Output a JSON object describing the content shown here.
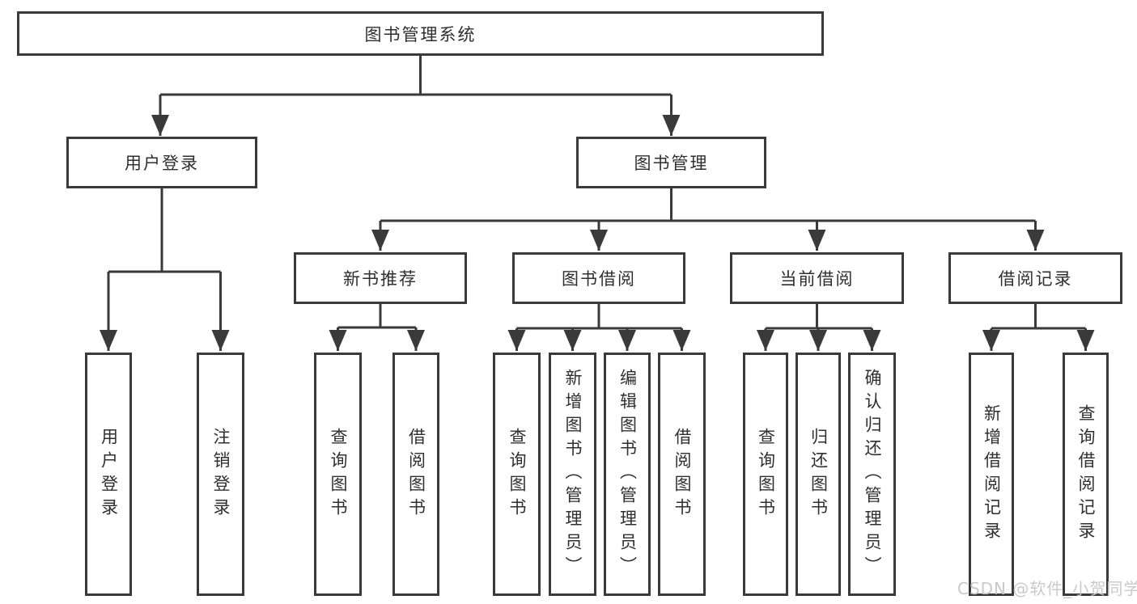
{
  "diagram_title": "图书管理系统",
  "watermark": "CSDN @软件_小贺同学",
  "colors": {
    "line": "#3a3a3a",
    "box_border": "#3a3a3a",
    "text": "#2f2f2f",
    "watermark": "#c7c7c7",
    "background": "#ffffff"
  },
  "nodes": {
    "root": "图书管理系统",
    "user_login": "用户登录",
    "book_mgmt": "图书管理",
    "new_book_rec": "新书推荐",
    "book_borrow": "图书借阅",
    "current_borrow": "当前借阅",
    "borrow_record": "借阅记录",
    "leaf_user_login": "用户登录",
    "leaf_logout": "注销登录",
    "leaf_rec_query": "查询图书",
    "leaf_rec_borrow": "借阅图书",
    "leaf_bb_query": "查询图书",
    "leaf_bb_add": "新增图书（管理员）",
    "leaf_bb_edit": "编辑图书（管理员）",
    "leaf_bb_borrow": "借阅图书",
    "leaf_cb_query": "查询图书",
    "leaf_cb_return": "归还图书",
    "leaf_cb_confirm": "确认归还（管理员）",
    "leaf_br_add": "新增借阅记录",
    "leaf_br_query": "查询借阅记录"
  },
  "hierarchy": {
    "label": "图书管理系统",
    "children": [
      {
        "label": "用户登录",
        "children": [
          {
            "label": "用户登录"
          },
          {
            "label": "注销登录"
          }
        ]
      },
      {
        "label": "图书管理",
        "children": [
          {
            "label": "新书推荐",
            "children": [
              {
                "label": "查询图书"
              },
              {
                "label": "借阅图书"
              }
            ]
          },
          {
            "label": "图书借阅",
            "children": [
              {
                "label": "查询图书"
              },
              {
                "label": "新增图书（管理员）"
              },
              {
                "label": "编辑图书（管理员）"
              },
              {
                "label": "借阅图书"
              }
            ]
          },
          {
            "label": "当前借阅",
            "children": [
              {
                "label": "查询图书"
              },
              {
                "label": "归还图书"
              },
              {
                "label": "确认归还（管理员）"
              }
            ]
          },
          {
            "label": "借阅记录",
            "children": [
              {
                "label": "新增借阅记录"
              },
              {
                "label": "查询借阅记录"
              }
            ]
          }
        ]
      }
    ]
  }
}
